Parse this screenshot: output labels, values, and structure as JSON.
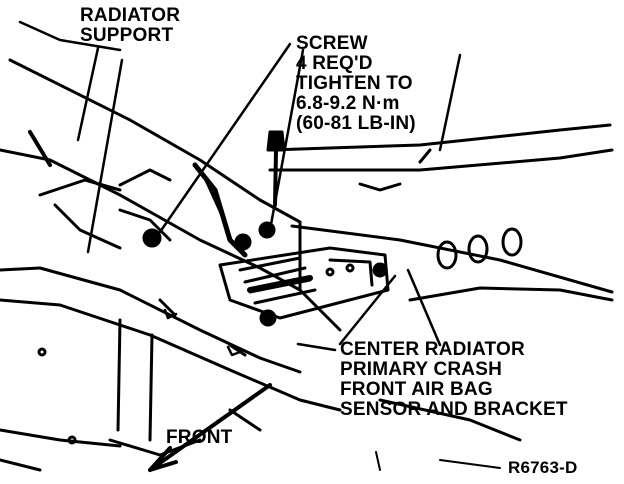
{
  "labels": {
    "radiator_support": [
      "RADIATOR",
      "SUPPORT"
    ],
    "screw": [
      "SCREW",
      "4 REQ'D",
      "TIGHTEN TO",
      "6.8-9.2 N·m",
      "(60-81 LB-IN)"
    ],
    "sensor": [
      "CENTER RADIATOR",
      "PRIMARY CRASH",
      "FRONT AIR BAG",
      "SENSOR AND BRACKET"
    ],
    "front": "FRONT",
    "figure_code": "R6763-D"
  }
}
